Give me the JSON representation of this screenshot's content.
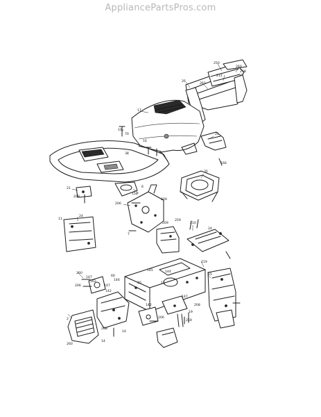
{
  "watermark": "AppliancePartsPros.com",
  "callouts": [
    "250",
    "260",
    "258",
    "212",
    "261",
    "26",
    "17",
    "10",
    "70",
    "16",
    "38",
    "25",
    "166",
    "35",
    "21",
    "209",
    "158",
    "6",
    "209",
    "206",
    "11",
    "24",
    "259",
    "209",
    "7",
    "210",
    "24",
    "219",
    "145",
    "260",
    "147",
    "162",
    "60",
    "146",
    "206",
    "147",
    "142",
    "10",
    "11",
    "144",
    "142",
    "147",
    "206",
    "208",
    "14",
    "259",
    "19",
    "208",
    "15",
    "2",
    "260",
    "14"
  ]
}
